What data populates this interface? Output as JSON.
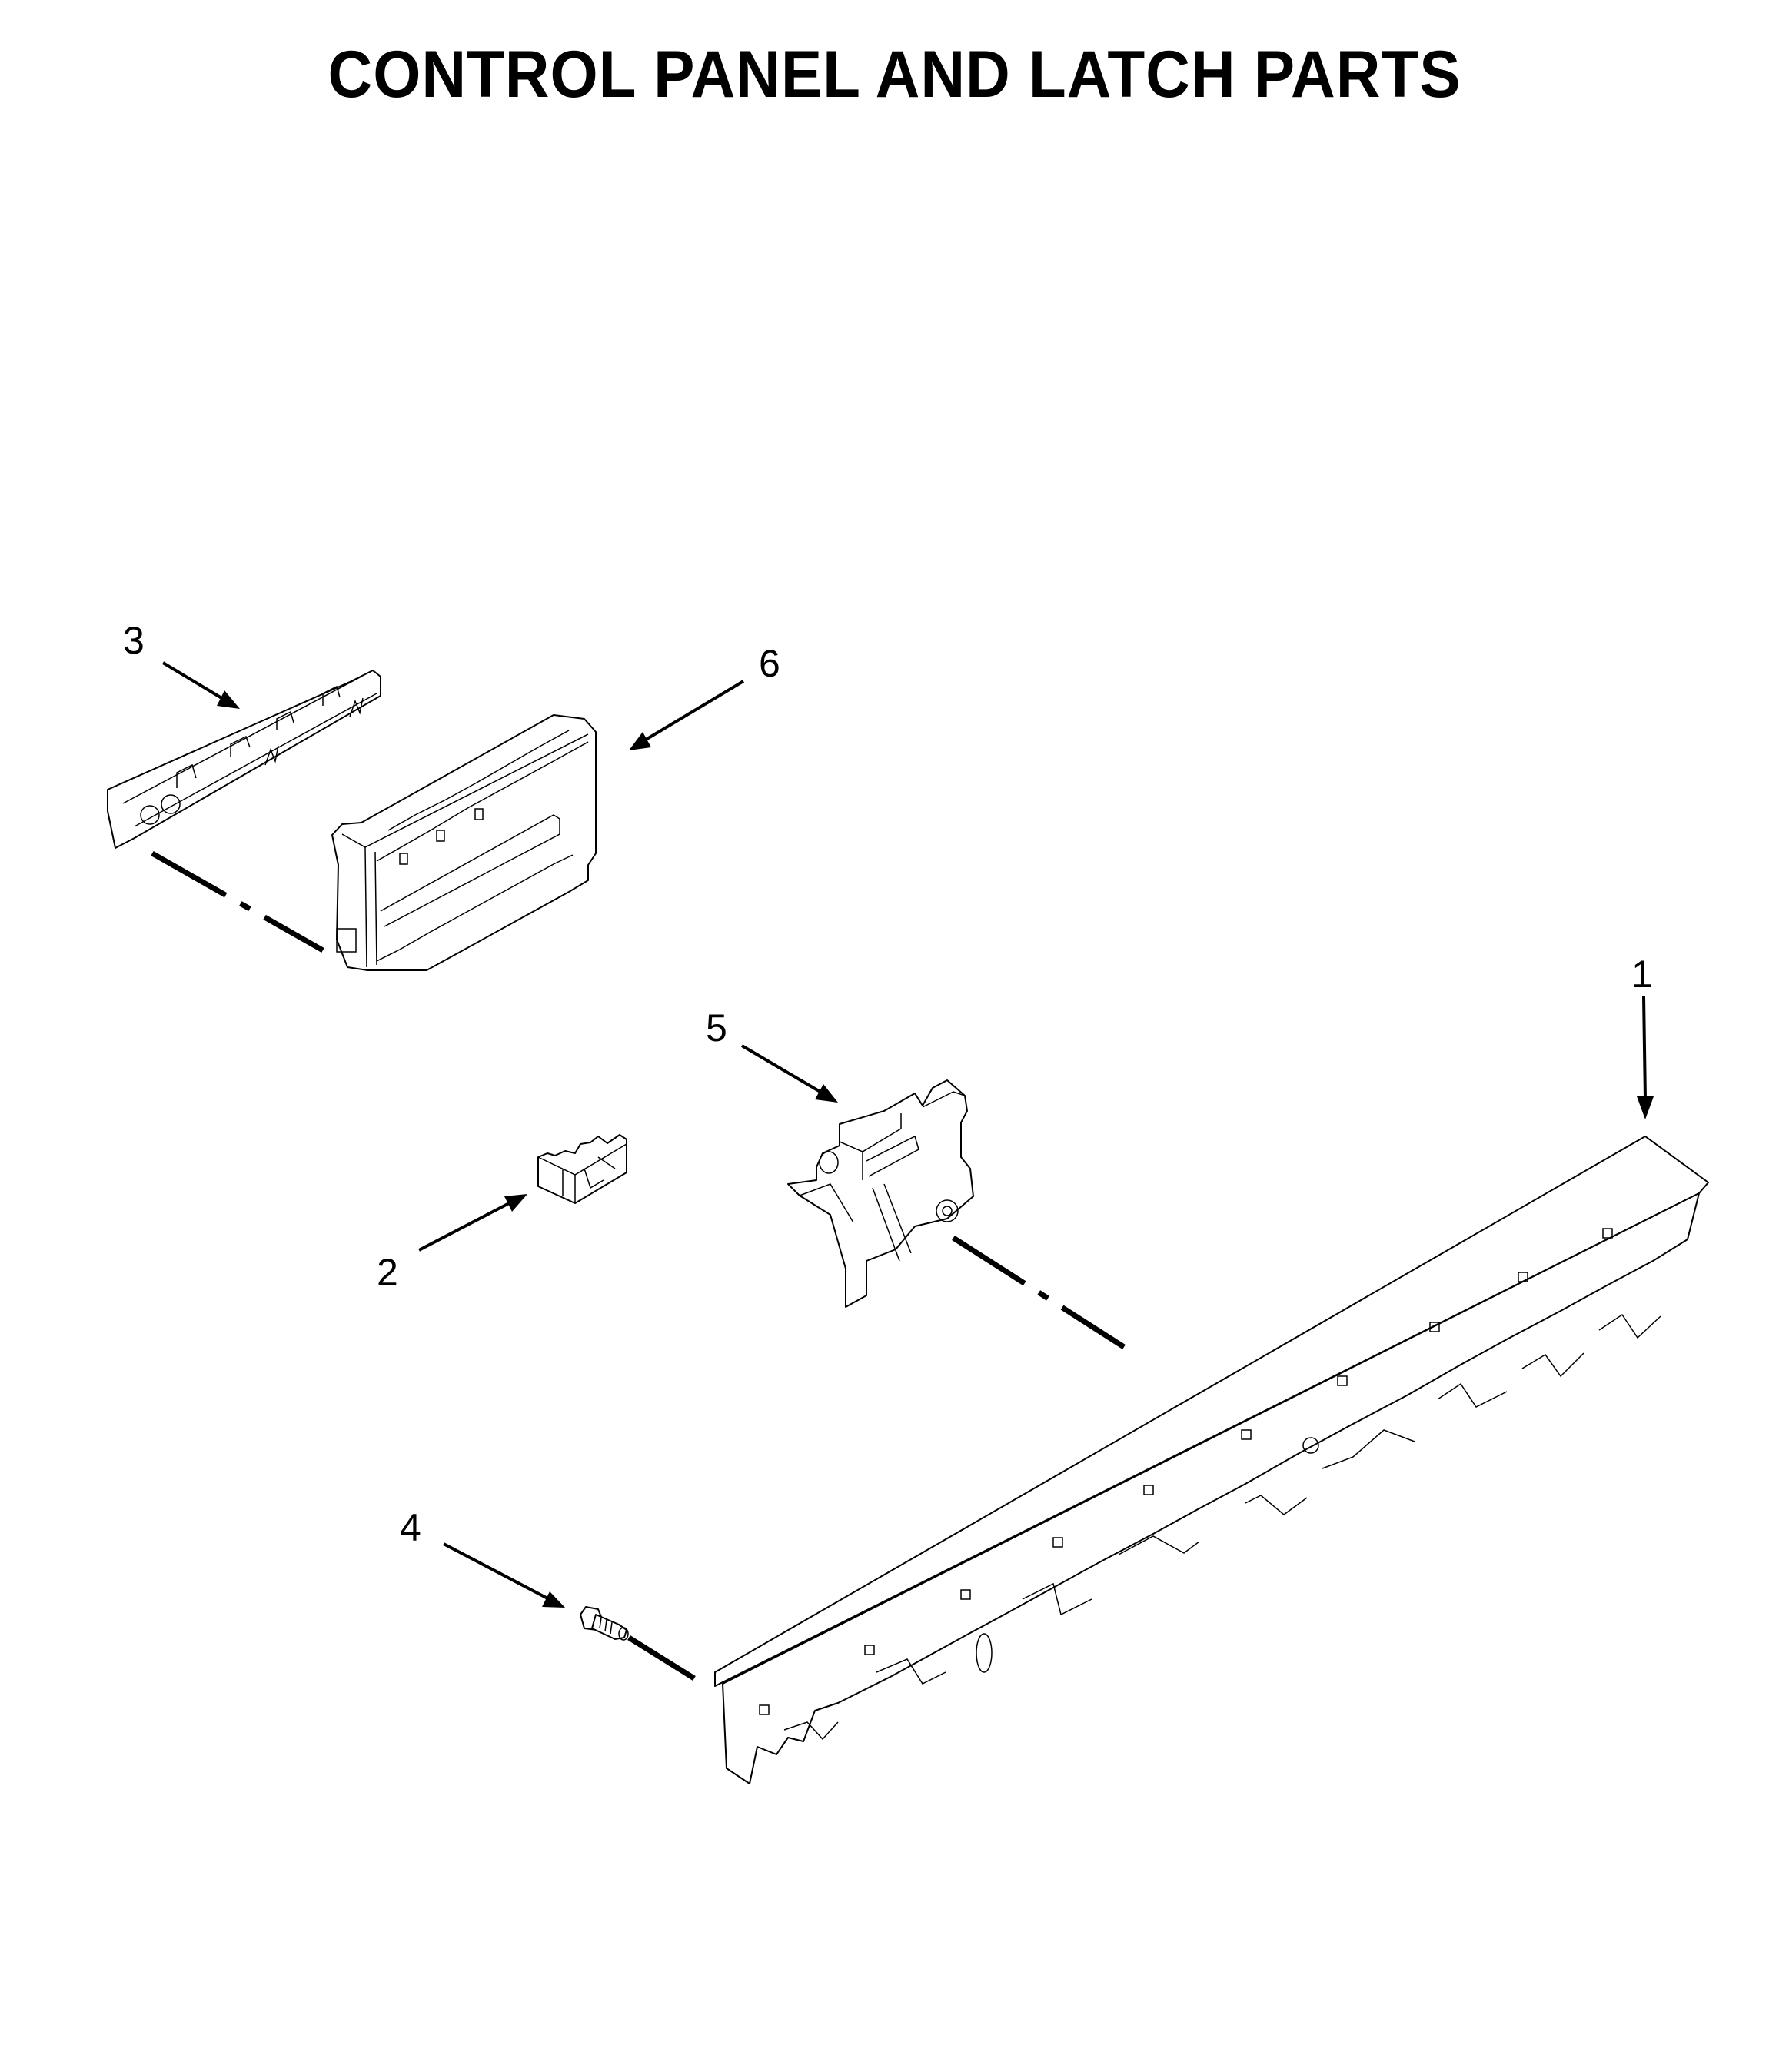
{
  "page": {
    "title": "CONTROL PANEL AND LATCH PARTS",
    "background": "#ffffff",
    "line_color": "#000000"
  },
  "callouts": [
    {
      "number": "1",
      "part": "control-panel"
    },
    {
      "number": "2",
      "part": "bracket-clip"
    },
    {
      "number": "3",
      "part": "user-interface-rail"
    },
    {
      "number": "4",
      "part": "screw"
    },
    {
      "number": "5",
      "part": "door-latch"
    },
    {
      "number": "6",
      "part": "electronic-control-board"
    }
  ]
}
